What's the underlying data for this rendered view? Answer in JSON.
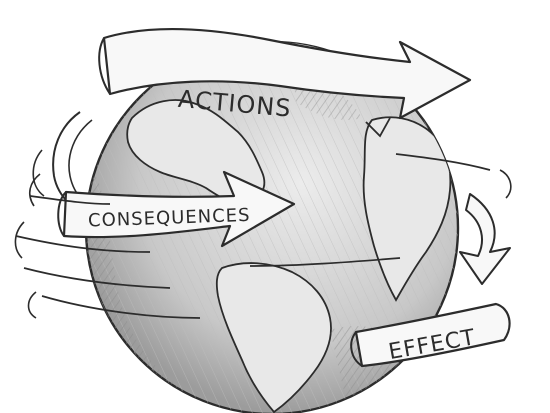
{
  "labels": {
    "actions": "ACTIONS",
    "consequences": "CONSEQUENCES",
    "effect": "EFFECT"
  },
  "colors": {
    "ink": "#2c2c2c",
    "ink_light": "#6a6a6a",
    "globe_fill": "#d4d4d4",
    "ocean_shade": "#9a9a9a",
    "land_fill": "#e8e8e8",
    "band_fill": "#f8f8f8"
  }
}
